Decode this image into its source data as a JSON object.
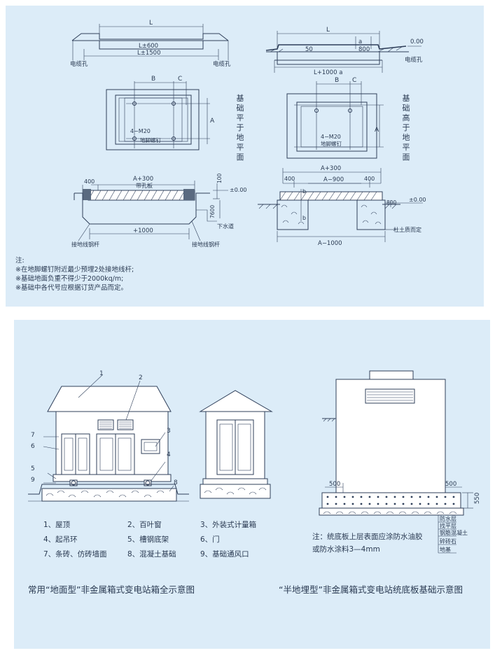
{
  "top_panel": {
    "d1": {
      "L": "L",
      "L600": "L±600",
      "L1500": "L±1500",
      "cable_left": "电缆孔",
      "cable_right": "电缆孔"
    },
    "d2": {
      "L": "L",
      "a": "a",
      "n50": "50",
      "n800": "800",
      "zero": "0.00",
      "L1000a": "L+1000 a",
      "cable": "电缆孔"
    },
    "d3": {
      "B": "B",
      "C": "C",
      "A": "A",
      "m20": "4−M20",
      "bolt": "地脚螺钉"
    },
    "d4": {
      "B": "B",
      "C": "C",
      "A": "A",
      "m20": "4−M20",
      "bolt": "地脚螺钉"
    },
    "label_flush": "基础平于地平面",
    "label_raised": "基础高于地平面",
    "d5": {
      "n400": "400",
      "A300": "A+300",
      "hole": "带孔板",
      "n100": "100",
      "pm0": "±0.00",
      "n7600": "7600",
      "p1000": "+1000",
      "drain": "下水道",
      "ground1": "接地线钢杆",
      "ground2": "接地线钢杆"
    },
    "d6": {
      "A300": "A+300",
      "n400a": "400",
      "n400b": "400",
      "A900": "A−900",
      "b1": "b",
      "b2": "b",
      "n800": "800",
      "pm0": "±0.00",
      "soil": "杜土质而定",
      "A1000": "A−1000"
    },
    "notes": [
      "注:",
      "※在地脚螺钉附近最少预埋2处接地线杆;",
      "※基础地面负重不得少于2000kq/m;",
      "※基础中各代号应根据订货产品而定。"
    ]
  },
  "bottom_panel": {
    "callouts": [
      "1",
      "2",
      "3",
      "4",
      "5",
      "6",
      "7",
      "8",
      "9"
    ],
    "legend": [
      [
        "1、屋顶",
        "2、百叶窗",
        "3、外装式计量箱"
      ],
      [
        "4、起吊环",
        "5、槽钢底架",
        "6、门"
      ],
      [
        "7、条砖、仿砖墙面",
        "8、混凝土基础",
        "9、基础通风口"
      ]
    ],
    "semi": {
      "n500a": "500",
      "n500b": "500",
      "n550": "550",
      "note1": "注：统底板上层表面应涂防水油胶",
      "note2": "或防水涂料3—4mm",
      "layers": [
        "防水层",
        "找平层",
        "钢筋混凝土",
        "碎砖石",
        "地基"
      ]
    },
    "caption_left": "常用“地面型”非金属箱式变电站箱全示意图",
    "caption_right": "“半地埋型”非金属箱式变电站统底板基础示意图"
  },
  "colors": {
    "panel": "#dcecf8",
    "line": "#2f3f5a",
    "text": "#2a3a52"
  }
}
